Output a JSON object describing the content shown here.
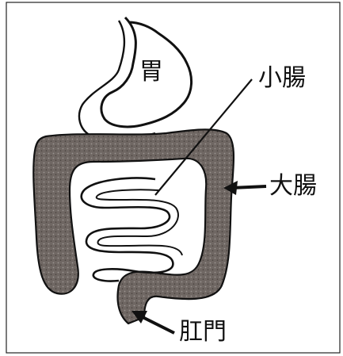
{
  "labels": {
    "stomach": "胃",
    "small_intestine": "小腸",
    "large_intestine": "大腸",
    "anus": "肛門"
  },
  "colors": {
    "ink": "#111111",
    "colon_fill": "#6f6763",
    "paper": "#ffffff",
    "frame": "#222222"
  }
}
